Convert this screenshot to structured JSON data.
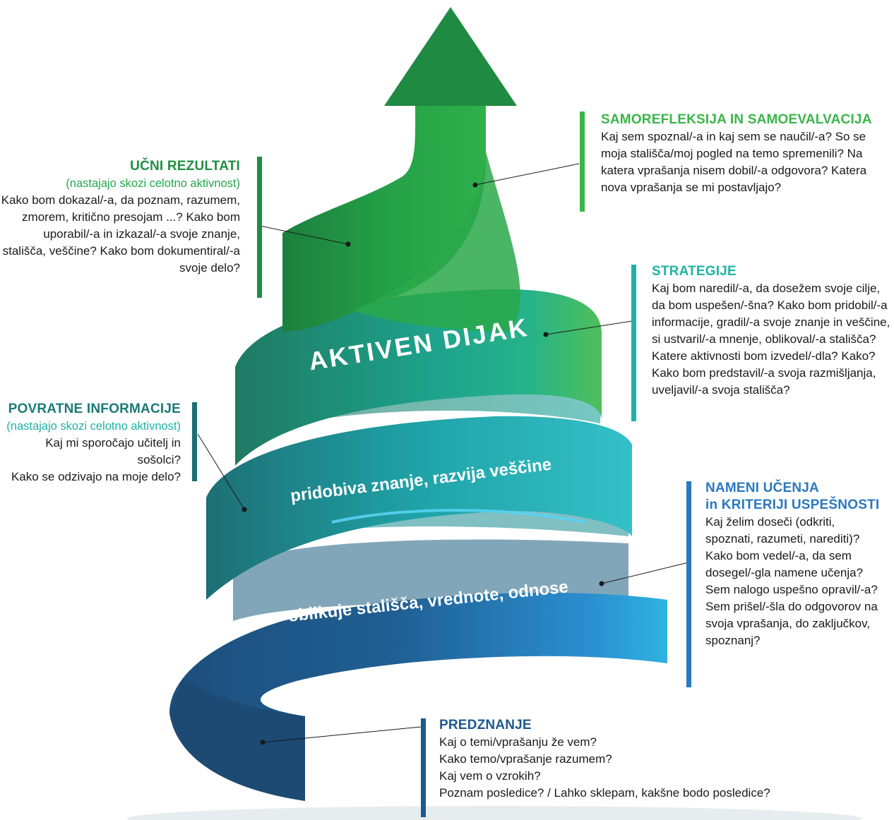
{
  "colors": {
    "green_dark": "#1e8f42",
    "green_light": "#3bb54a",
    "teal": "#1fb5a5",
    "cyan": "#29a9c9",
    "blue_dark": "#1d5a8c",
    "blue_mid": "#2a7dc0",
    "title_green": "#22a84a",
    "title_teal": "#1eb3a6",
    "title_blue": "#2a78c0"
  },
  "ribbon_labels": {
    "top": "AKTIVEN DIJAK",
    "middle": "pridobiva znanje, razvija veščine",
    "bottom": "oblikuje stališča, vrednote, odnose"
  },
  "blocks": {
    "ucni": {
      "title": "UČNI REZULTATI",
      "subtitle": "(nastajajo skozi celotno aktivnost)",
      "body": "Kako bom dokazal/-a, da poznam, razumem,\nzmorem, kritično presojam ...? Kako bom\nuporabil/-a in izkazal/-a svoje znanje,\nstališča, veščine? Kako bom dokumentiral/-a\nsvoje delo?"
    },
    "samo": {
      "title": "SAMOREFLEKSIJA IN SAMOEVALVACIJA",
      "body": "Kaj sem spoznal/-a in kaj sem se naučil/-a? So se\nmoja stališča/moj pogled na temo spremenili? Na\nkatera vprašanja nisem dobil/-a odgovora? Katera\nnova vprašanja se mi postavljajo?"
    },
    "strategije": {
      "title": "STRATEGIJE",
      "body": "Kaj bom naredil/-a, da dosežem svoje cilje,\nda bom uspešen/-šna? Kako bom pridobil/-a\ninformacije, gradil/-a svoje znanje in veščine,\nsi ustvaril/-a mnenje, oblikoval/-a stališča?\nKatere aktivnosti bom izvedel/-dla? Kako?\nKako bom predstavil/-a svoja razmišljanja,\nuveljavil/-a svoja stališča?"
    },
    "povratne": {
      "title": "POVRATNE INFORMACIJE",
      "subtitle": "(nastajajo skozi celotno aktivnost)",
      "body": "Kaj mi sporočajo učitelj in sošolci?\nKako se odzivajo na moje delo?"
    },
    "nameni": {
      "title_line1": "NAMENI UČENJA",
      "title_line2": "in KRITERIJI USPEŠNOSTI",
      "body": "Kaj želim doseči (odkriti,\nspoznati, razumeti, narediti)?\nKako bom vedel/-a, da sem\ndosegel/-gla namene učenja?\nSem nalogo uspešno opravil/-a?\nSem prišel/-šla do odgovorov na\nsvoja vprašanja, do zaključkov,\nspoznanj?"
    },
    "predznanje": {
      "title": "PREDZNANJE",
      "body": "Kaj o temi/vprašanju že vem?\nKako temo/vprašanje razumem?\nKaj vem o vzrokih?\nPoznam posledice? / Lahko sklepam, kakšne bodo posledice?"
    }
  }
}
